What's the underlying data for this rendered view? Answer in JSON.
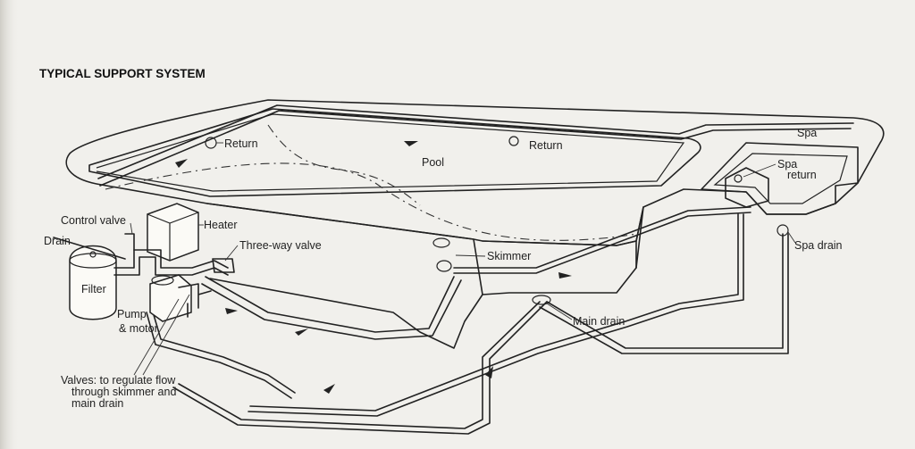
{
  "diagram": {
    "title": "TYPICAL SUPPORT SYSTEM",
    "labels": {
      "return_left": "Return",
      "return_right": "Return",
      "pool": "Pool",
      "spa": "Spa",
      "spa_return_1": "Spa",
      "spa_return_2": "return",
      "heater": "Heater",
      "control_valve": "Control valve",
      "drain": "Drain",
      "three_way_valve": "Three-way valve",
      "filter": "Filter",
      "pump_1": "Pump",
      "pump_2": "& motor",
      "skimmer": "Skimmer",
      "spa_drain": "Spa drain",
      "main_drain": "Main drain",
      "valves_1": "Valves: to regulate flow",
      "valves_2": "through skimmer and",
      "valves_3": "main drain"
    },
    "colors": {
      "background": "#f1f0ec",
      "ink": "#222222"
    }
  }
}
